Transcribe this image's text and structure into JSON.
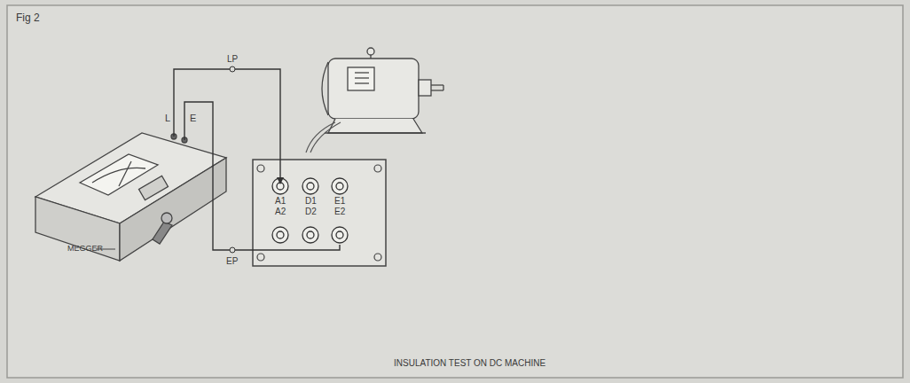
{
  "diagram": {
    "title": "Fig 2",
    "caption": "INSULATION TEST ON DC MACHINE",
    "labels": [
      "LP",
      "L",
      "E",
      "A1",
      "A2",
      "D1",
      "D2",
      "E1",
      "E2",
      "EP",
      "MEGGER"
    ]
  }
}
